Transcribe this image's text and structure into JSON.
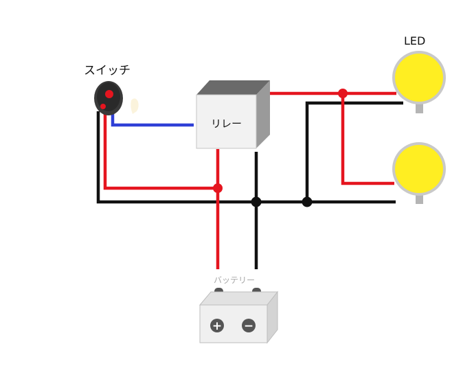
{
  "labels": {
    "switch": "スイッチ",
    "relay": "リレー",
    "led": "LED",
    "battery": "バッテリー",
    "plus": "+",
    "minus": "−"
  },
  "colors": {
    "positive_wire": "#e5151f",
    "control_wire": "#2f3fd6",
    "ground_wire": "#111111",
    "led_lens": "#ffee22",
    "led_rim": "#c9c9c9",
    "relay_front": "#f2f2f2",
    "relay_top": "#6a6a6a",
    "relay_side": "#9a9a9a",
    "battery_body": "#f0f0f0",
    "terminal": "#555555"
  }
}
